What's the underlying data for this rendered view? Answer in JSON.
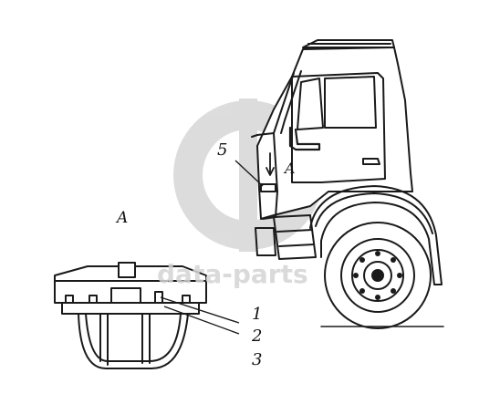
{
  "view_label": "A",
  "cab_marker": "A",
  "callouts": {
    "c1": "1",
    "c2": "2",
    "c3": "3",
    "c5": "5"
  },
  "watermark": {
    "text": "data-parts",
    "color": "#d4d4d4"
  },
  "line_color": "#1a1a1a"
}
